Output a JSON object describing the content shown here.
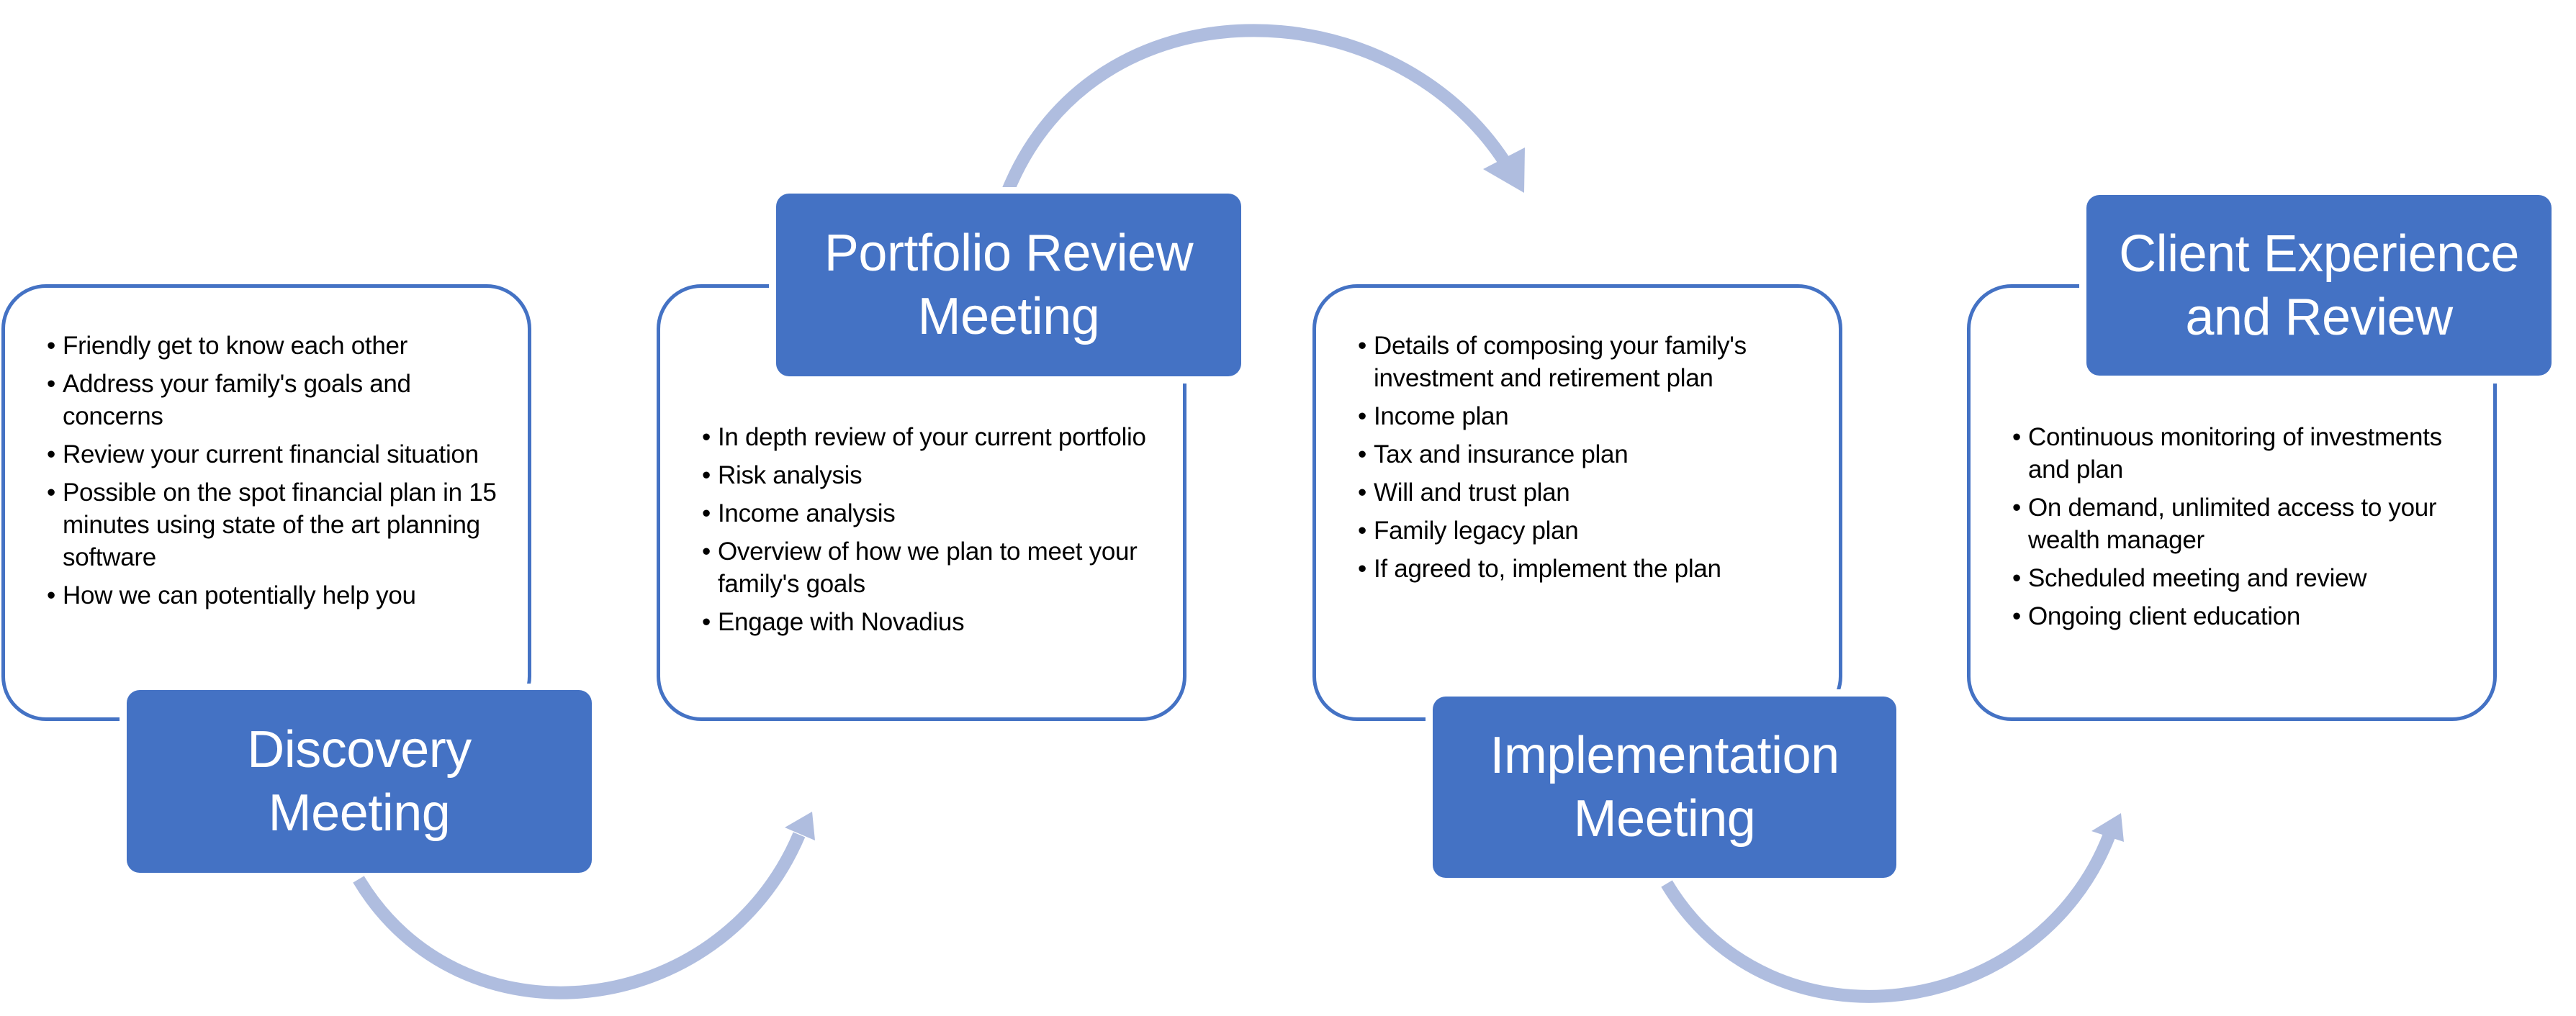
{
  "diagram": {
    "accent_color": "#4472c4",
    "arrow_color": "#afbddf",
    "bullet_icon": "•",
    "steps": [
      {
        "title_lines": [
          "Discovery",
          "Meeting"
        ],
        "bullets": [
          "Friendly get to know each other",
          "Address your family's goals and concerns",
          "Review your current financial situation",
          "Possible on the spot financial plan in 15 minutes using state of the art planning software",
          "How we can potentially help you"
        ]
      },
      {
        "title_lines": [
          "Portfolio Review",
          "Meeting"
        ],
        "bullets": [
          "In depth review of your current portfolio",
          "Risk analysis",
          "Income analysis",
          "Overview of how we plan to meet your family's goals",
          "Engage with Novadius"
        ]
      },
      {
        "title_lines": [
          "Implementation",
          "Meeting"
        ],
        "bullets": [
          "Details of composing your family's investment and retirement plan",
          "Income plan",
          "Tax and insurance plan",
          "Will and trust plan",
          "Family legacy plan",
          "If agreed to, implement the plan"
        ]
      },
      {
        "title_lines": [
          "Client Experience",
          "and Review"
        ],
        "bullets": [
          "Continuous monitoring of investments and plan",
          "On demand, unlimited access to your wealth manager",
          "Scheduled meeting and review",
          "Ongoing client education"
        ]
      }
    ]
  }
}
